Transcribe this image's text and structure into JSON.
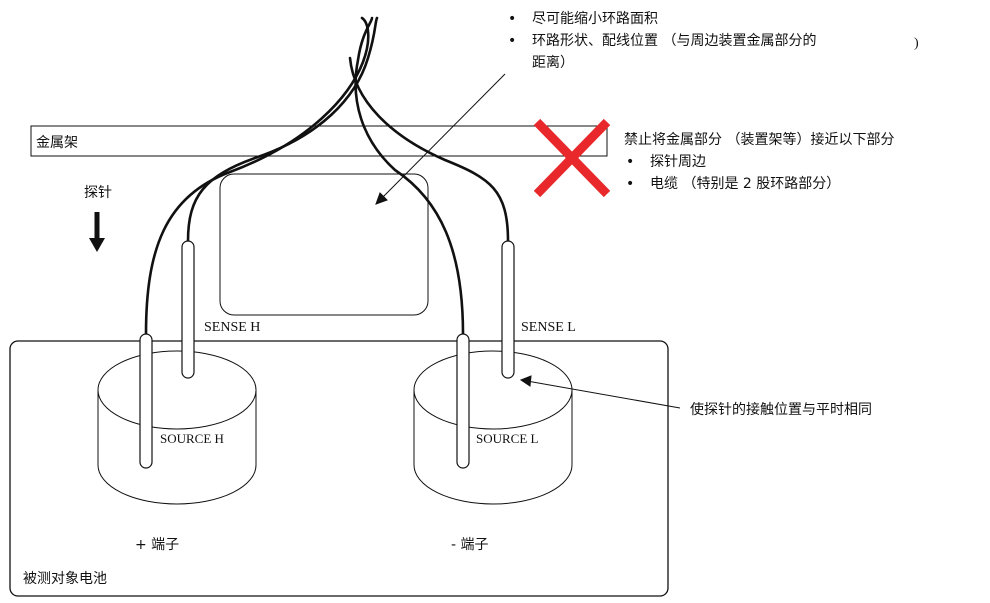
{
  "labels": {
    "metal_rack": "金属架",
    "probe": "探针",
    "sense_h": "SENSE H",
    "sense_l": "SENSE L",
    "source_h": "SOURCE H",
    "source_l": "SOURCE L",
    "plus_terminal": "+ 端子",
    "minus_terminal": "- 端子",
    "battery": "被测对象电池",
    "same_contact": "使探针的接触位置与平时相同"
  },
  "top_note": {
    "item1": "尽可能缩小环路面积",
    "item2": "环路形状、配线位置 （与周边装置金属部分的",
    "item2_tail": ")",
    "item3": "距离）"
  },
  "warning": {
    "title": "禁止将金属部分 （装置架等）接近以下部分",
    "item1": "探针周边",
    "item2": "电缆 （特别是 2 股环路部分）"
  },
  "bullet": "•",
  "colors": {
    "cross": "#e8282b",
    "line": "#111111"
  }
}
